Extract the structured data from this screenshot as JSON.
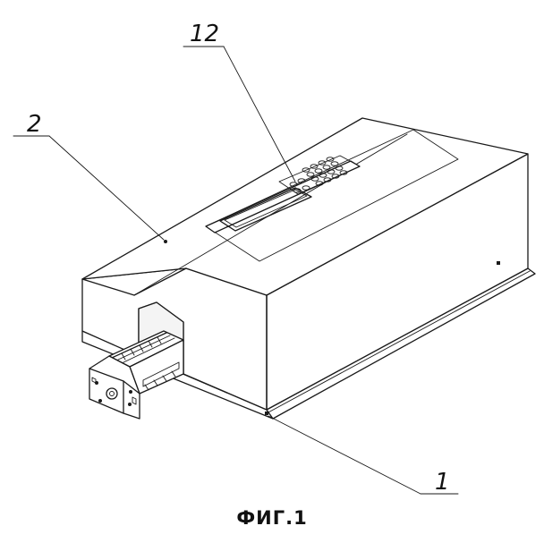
{
  "figure": {
    "caption": "ФИГ.1",
    "references": [
      {
        "id": "ref-2",
        "label": "2"
      },
      {
        "id": "ref-12",
        "label": "12"
      },
      {
        "id": "ref-1",
        "label": "1"
      }
    ]
  },
  "colors": {
    "line": "#1a1a1a",
    "background": "#ffffff"
  }
}
